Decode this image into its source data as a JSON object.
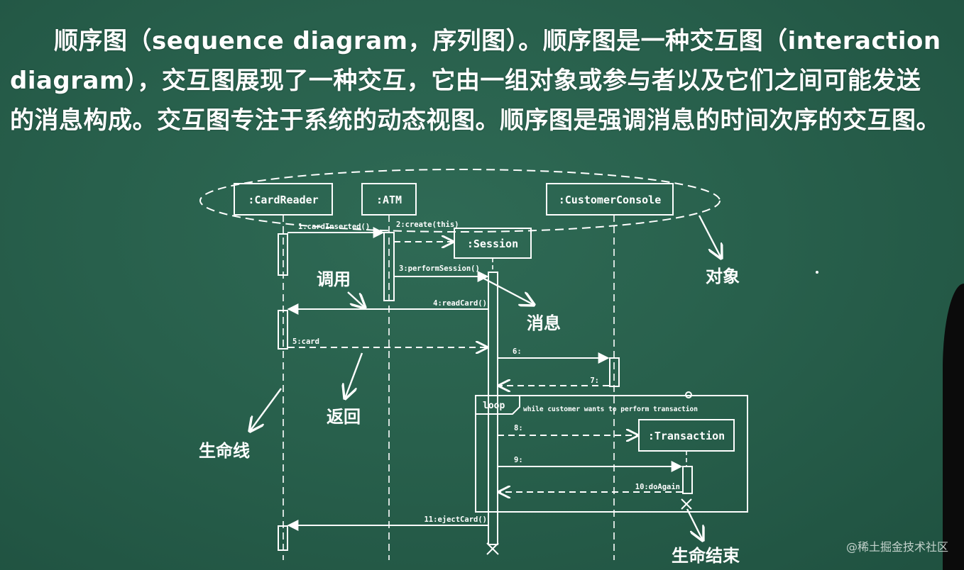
{
  "paragraph": {
    "line1": "顺序图（sequence diagram，序列图）。顺序图是一种交互图（interaction",
    "line2": "diagram），交互图展现了一种交互，它由一组对象或参与者以及它们之间可能发送",
    "line3": "的消息构成。交互图专注于系统的动态视图。顺序图是强调消息的时间次序的交互图。"
  },
  "objects": {
    "card_reader": ":CardReader",
    "atm": ":ATM",
    "customer_console": ":CustomerConsole",
    "session": ":Session",
    "transaction": ":Transaction"
  },
  "messages": {
    "m1": "1:cardInserted()",
    "m2": "2:create(this)",
    "m3": "3:performSession()",
    "m4": "4:readCard()",
    "m5": "5:card",
    "m6": "6:",
    "m7": "7:",
    "m8": "8:",
    "m9": "9:",
    "m10": "10:doAgain",
    "m11": "11:ejectCard()"
  },
  "loop": {
    "keyword": "loop",
    "condition": "while customer wants to perform transaction"
  },
  "annotations": {
    "object": "对象",
    "call": "调用",
    "message": "消息",
    "return": "返回",
    "lifeline": "生命线",
    "end_of_life": "生命结束"
  },
  "watermark": "@稀土掘金技术社区",
  "colors": {
    "chalkboard": "#2a614d",
    "chalk": "#ffffff"
  }
}
